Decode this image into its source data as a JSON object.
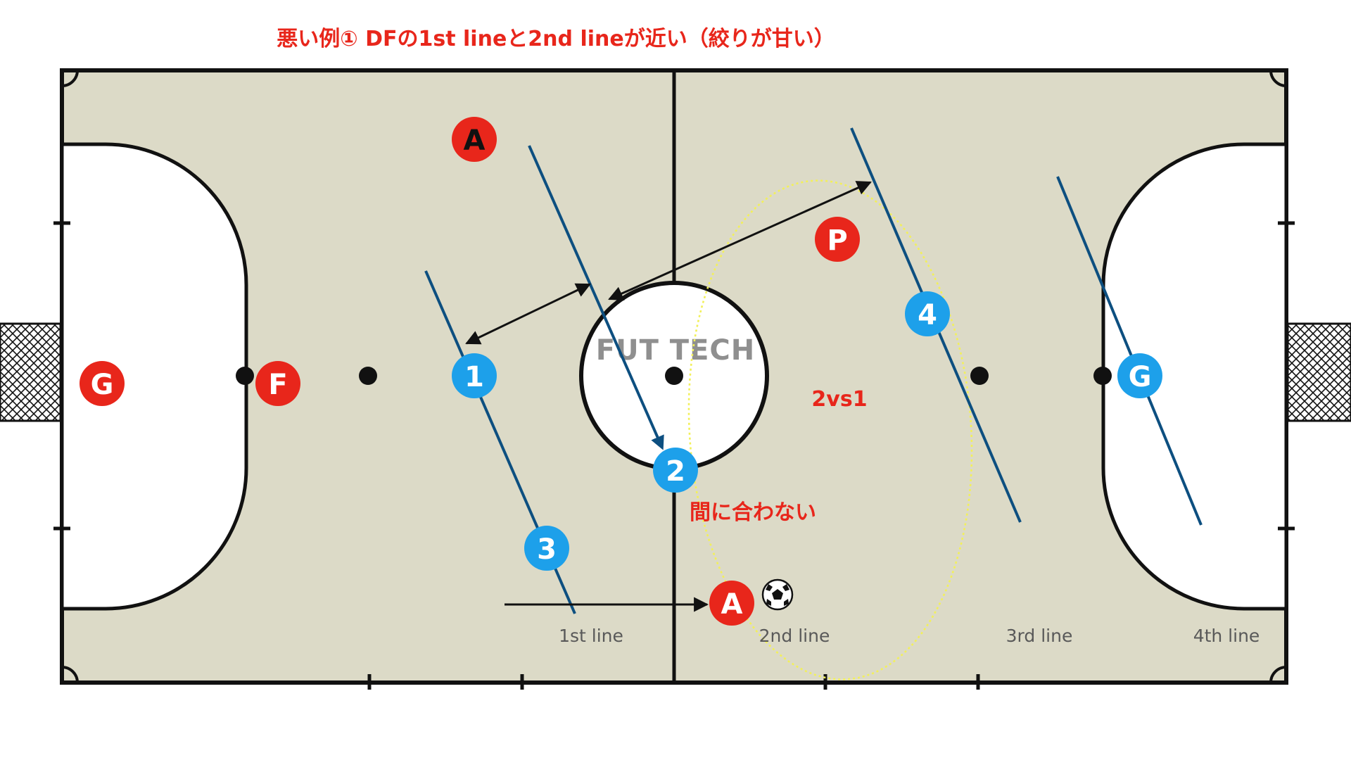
{
  "title": "悪い例① DFの1st lineと2nd lineが近い（絞りが甘い）",
  "watermark": "FUT TECH",
  "annotations": {
    "two_vs_one": "2vs1",
    "too_late": "間に合わない"
  },
  "players": {
    "own_keeper": "G",
    "fixo": "F",
    "defender_1": "1",
    "defender_2": "2",
    "defender_3": "3",
    "defender_4": "4",
    "opp_keeper": "G",
    "attacker_top": "A",
    "attacker_bottom": "A",
    "pivot": "P"
  },
  "line_labels": {
    "first": "1st line",
    "second": "2nd line",
    "third": "3rd line",
    "fourth": "4th line"
  },
  "ball_icon": "soccer-ball-icon",
  "colors": {
    "title_red": "#e8261b",
    "attack_red": "#e8261b",
    "defense_blue": "#1da0ea",
    "line_blue": "#0d4f80",
    "court": "#dcdac7",
    "ellipse_yellow": "#f2f05a"
  }
}
